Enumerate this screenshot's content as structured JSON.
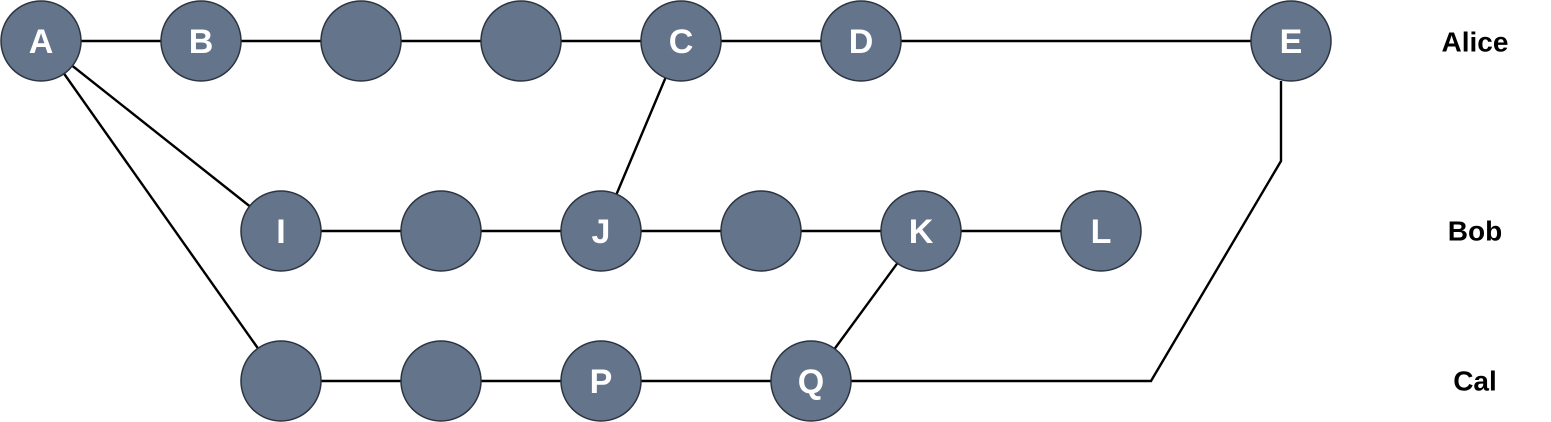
{
  "colors": {
    "node_fill": "#64748a",
    "node_stroke": "#2b3440",
    "edge": "#000000",
    "label_text": "#ffffff",
    "lane_text": "#000000"
  },
  "lanes": [
    {
      "id": "alice",
      "label": "Alice"
    },
    {
      "id": "bob",
      "label": "Bob"
    },
    {
      "id": "cal",
      "label": "Cal"
    }
  ],
  "nodes": [
    {
      "id": "A",
      "label": "A",
      "lane": "alice"
    },
    {
      "id": "B",
      "label": "B",
      "lane": "alice"
    },
    {
      "id": "n3",
      "label": "",
      "lane": "alice"
    },
    {
      "id": "n4",
      "label": "",
      "lane": "alice"
    },
    {
      "id": "C",
      "label": "C",
      "lane": "alice"
    },
    {
      "id": "D",
      "label": "D",
      "lane": "alice"
    },
    {
      "id": "E",
      "label": "E",
      "lane": "alice"
    },
    {
      "id": "I",
      "label": "I",
      "lane": "bob"
    },
    {
      "id": "n8",
      "label": "",
      "lane": "bob"
    },
    {
      "id": "J",
      "label": "J",
      "lane": "bob"
    },
    {
      "id": "n10",
      "label": "",
      "lane": "bob"
    },
    {
      "id": "K",
      "label": "K",
      "lane": "bob"
    },
    {
      "id": "L",
      "label": "L",
      "lane": "bob"
    },
    {
      "id": "n13",
      "label": "",
      "lane": "cal"
    },
    {
      "id": "n14",
      "label": "",
      "lane": "cal"
    },
    {
      "id": "P",
      "label": "P",
      "lane": "cal"
    },
    {
      "id": "Q",
      "label": "Q",
      "lane": "cal"
    }
  ],
  "edges": [
    {
      "from": "A",
      "to": "B"
    },
    {
      "from": "B",
      "to": "n3"
    },
    {
      "from": "n3",
      "to": "n4"
    },
    {
      "from": "n4",
      "to": "C"
    },
    {
      "from": "C",
      "to": "D"
    },
    {
      "from": "D",
      "to": "E"
    },
    {
      "from": "A",
      "to": "I"
    },
    {
      "from": "A",
      "to": "n13"
    },
    {
      "from": "I",
      "to": "n8"
    },
    {
      "from": "n8",
      "to": "J"
    },
    {
      "from": "J",
      "to": "n10"
    },
    {
      "from": "n10",
      "to": "K"
    },
    {
      "from": "K",
      "to": "L"
    },
    {
      "from": "C",
      "to": "J"
    },
    {
      "from": "n13",
      "to": "n14"
    },
    {
      "from": "n14",
      "to": "P"
    },
    {
      "from": "P",
      "to": "Q"
    },
    {
      "from": "Q",
      "to": "K"
    },
    {
      "from": "Q",
      "to": "E"
    }
  ]
}
